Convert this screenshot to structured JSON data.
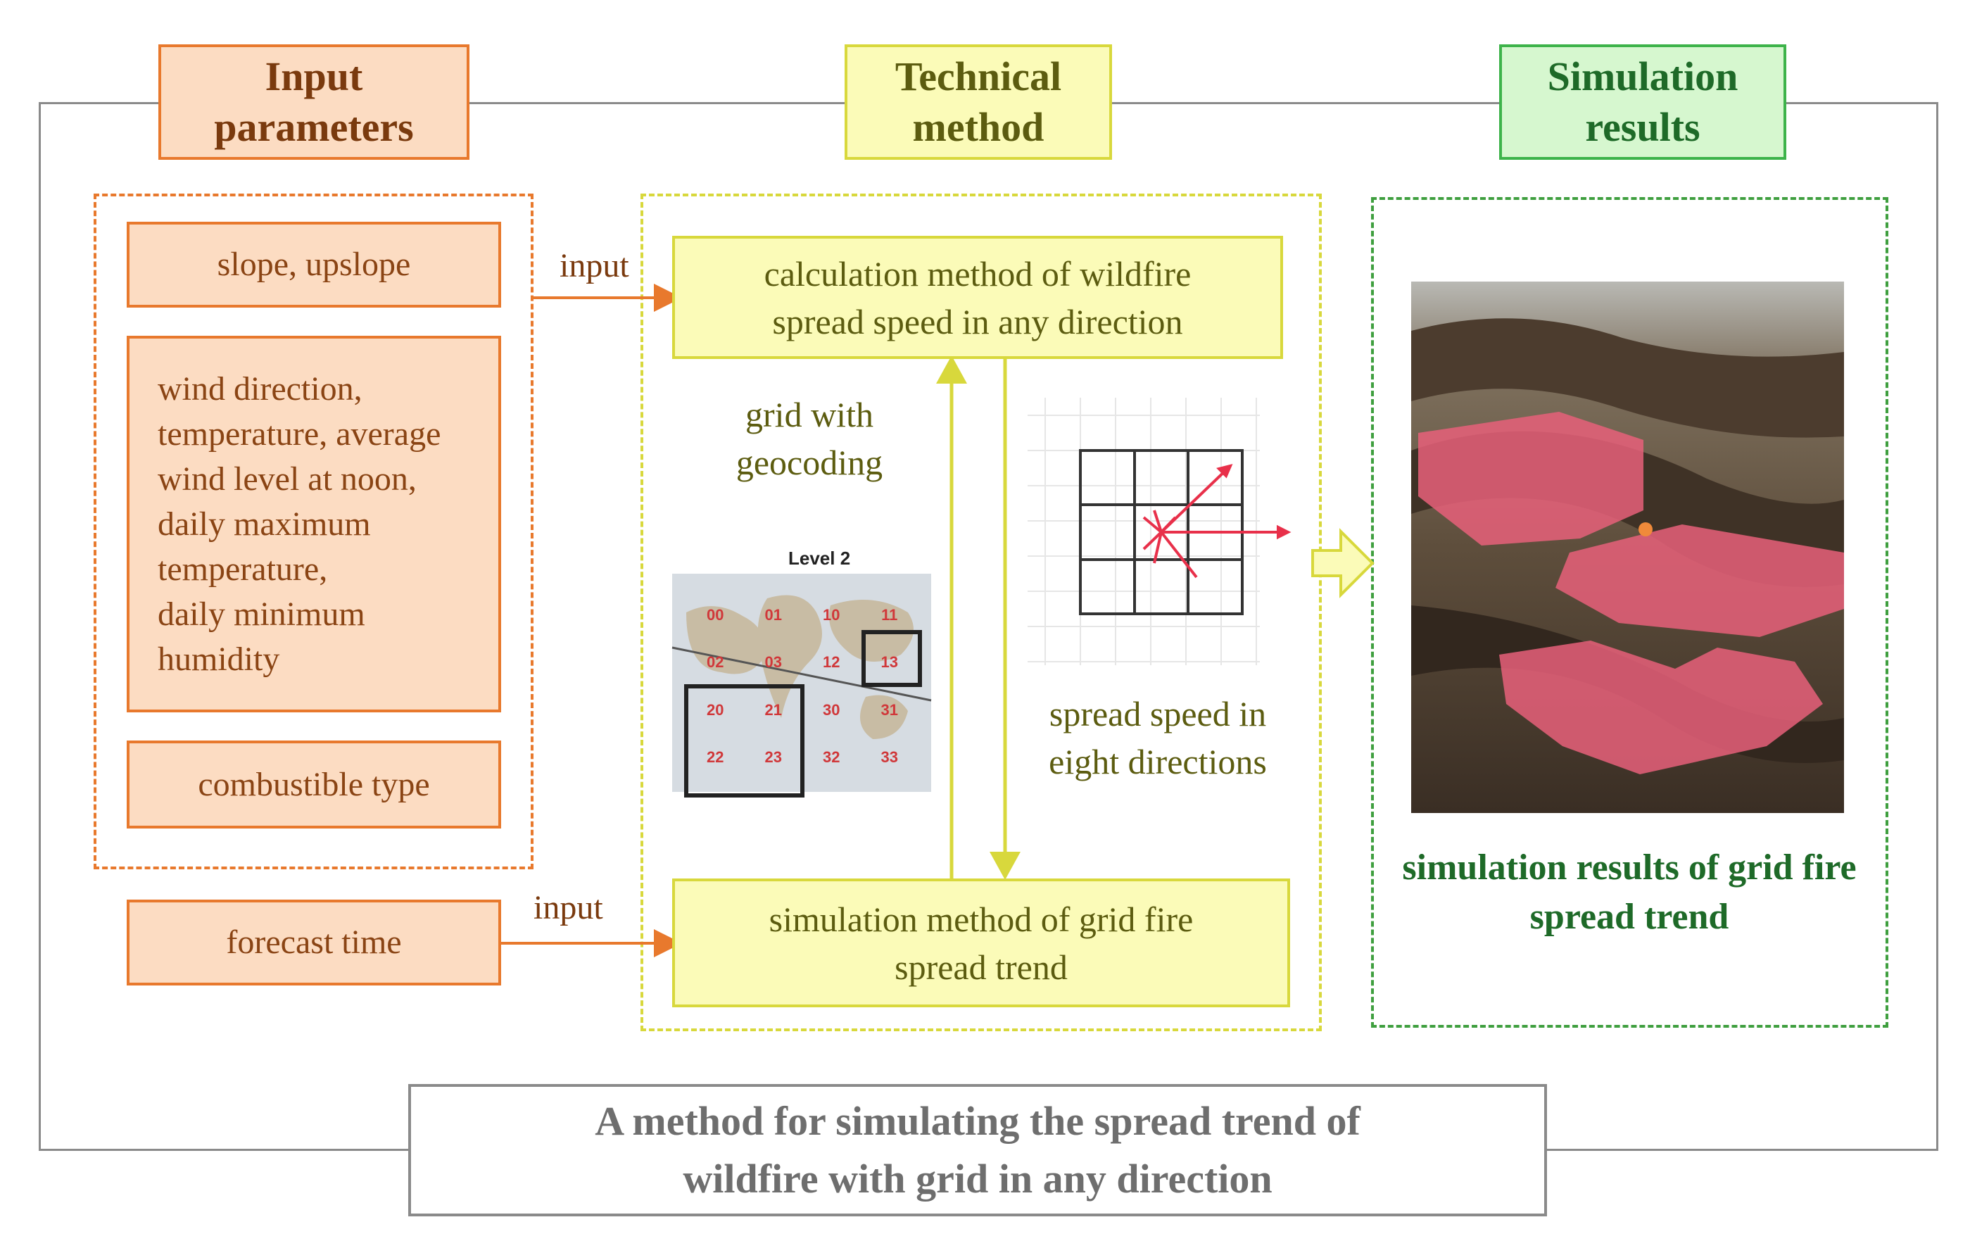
{
  "headers": {
    "input": "Input parameters",
    "technical": "Technical method",
    "simulation": "Simulation results"
  },
  "inputs": {
    "slope": "slope, upslope",
    "weather": "wind direction,\ntemperature, average\nwind level at noon,\ndaily maximum\ntemperature,\ndaily minimum\nhumidity",
    "combustible": "combustible type",
    "forecast": "forecast time"
  },
  "arrows": {
    "input_label_top": "input",
    "input_label_bottom": "input"
  },
  "methods": {
    "calc": "calculation method of wildfire spread speed in any direction",
    "sim": "simulation method of grid fire spread trend"
  },
  "annotations": {
    "grid": "grid with geocoding",
    "speed": "spread speed in eight directions"
  },
  "grid_map": {
    "title": "Level 2",
    "cells": [
      "00",
      "01",
      "10",
      "11",
      "02",
      "03",
      "12",
      "13",
      "20",
      "21",
      "30",
      "31",
      "22",
      "23",
      "32",
      "33"
    ]
  },
  "result_caption": "simulation results of grid fire spread trend",
  "footer_title": "A method for simulating the spread trend of wildfire with grid in any direction",
  "colors": {
    "orange": "#e8792d",
    "yellow": "#d8d83c",
    "green": "#3f9f3f",
    "fire_pink": "#e8607a"
  }
}
